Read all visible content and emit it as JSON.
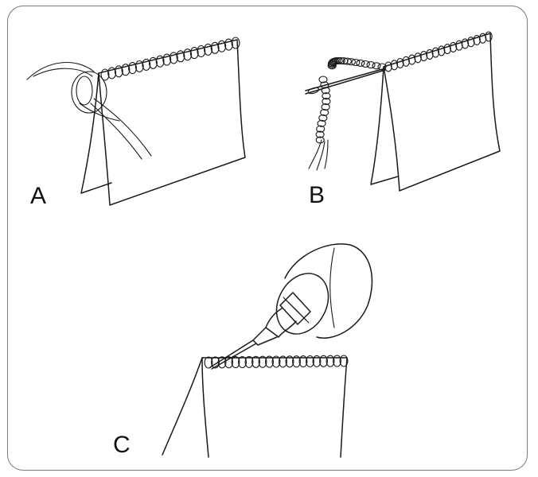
{
  "labels": {
    "a": "A",
    "b": "B",
    "c": "C"
  },
  "colors": {
    "line": "#1a1a1a",
    "frame": "#7a7a7a",
    "background": "#ffffff"
  }
}
